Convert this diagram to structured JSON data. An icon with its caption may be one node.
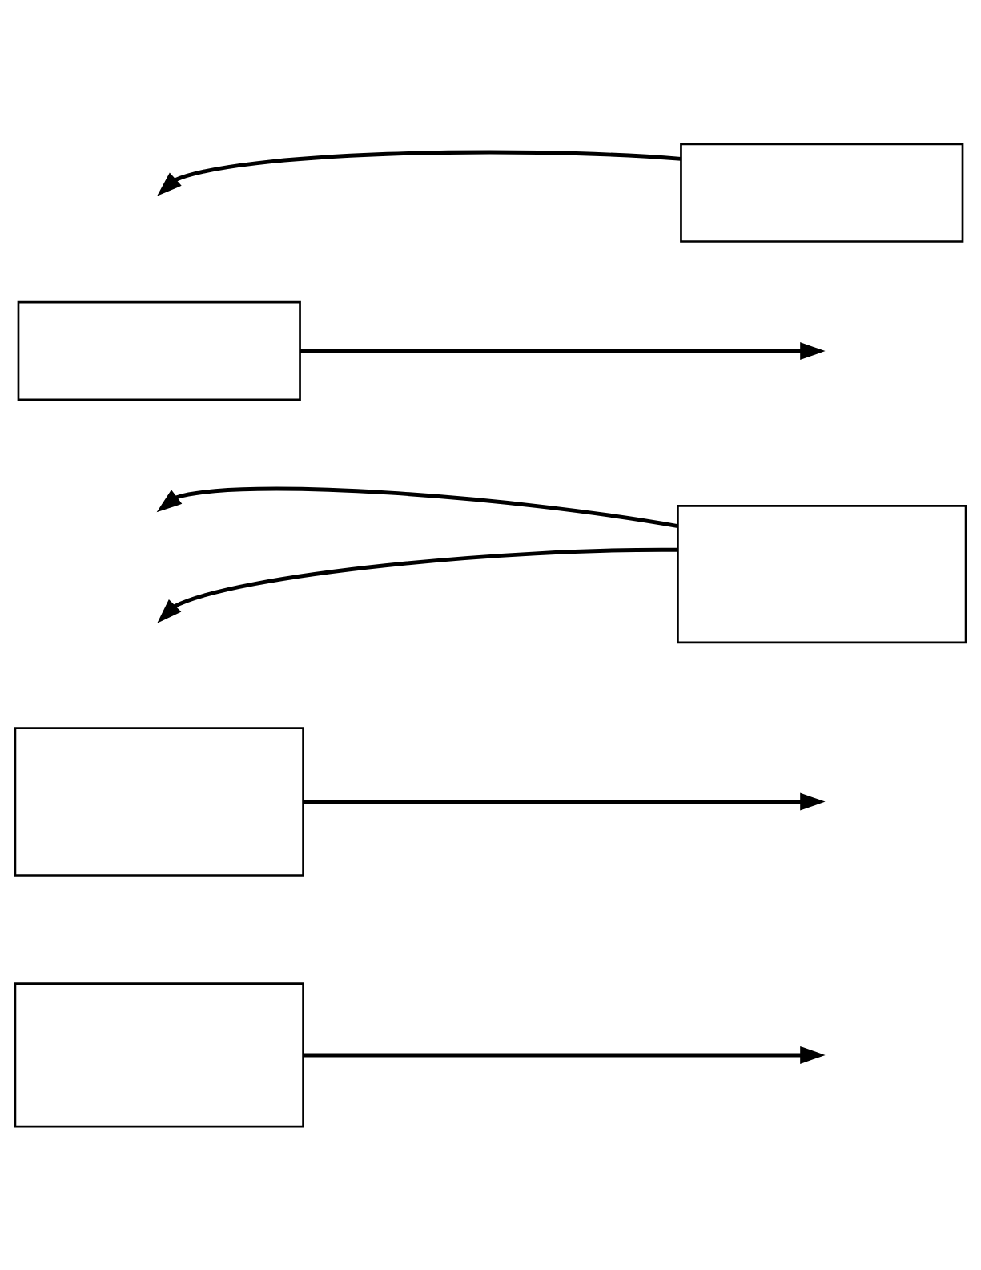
{
  "diagram": {
    "nodes": [
      {
        "text": [],
        "shape": "box"
      },
      {
        "text": [],
        "shape": "box"
      },
      {
        "text": [],
        "shape": "box"
      },
      {
        "text": [],
        "shape": "box"
      },
      {
        "text": [],
        "shape": "box"
      }
    ],
    "edges": [
      {
        "from": 0,
        "to": null,
        "arrow": "to"
      },
      {
        "from": 1,
        "to": null,
        "arrow": "to"
      },
      {
        "from": 2,
        "to": null,
        "arrow": "to"
      },
      {
        "from": 2,
        "to": null,
        "arrow": "to"
      },
      {
        "from": 3,
        "to": null,
        "arrow": "to"
      },
      {
        "from": 4,
        "to": null,
        "arrow": "to"
      }
    ]
  }
}
